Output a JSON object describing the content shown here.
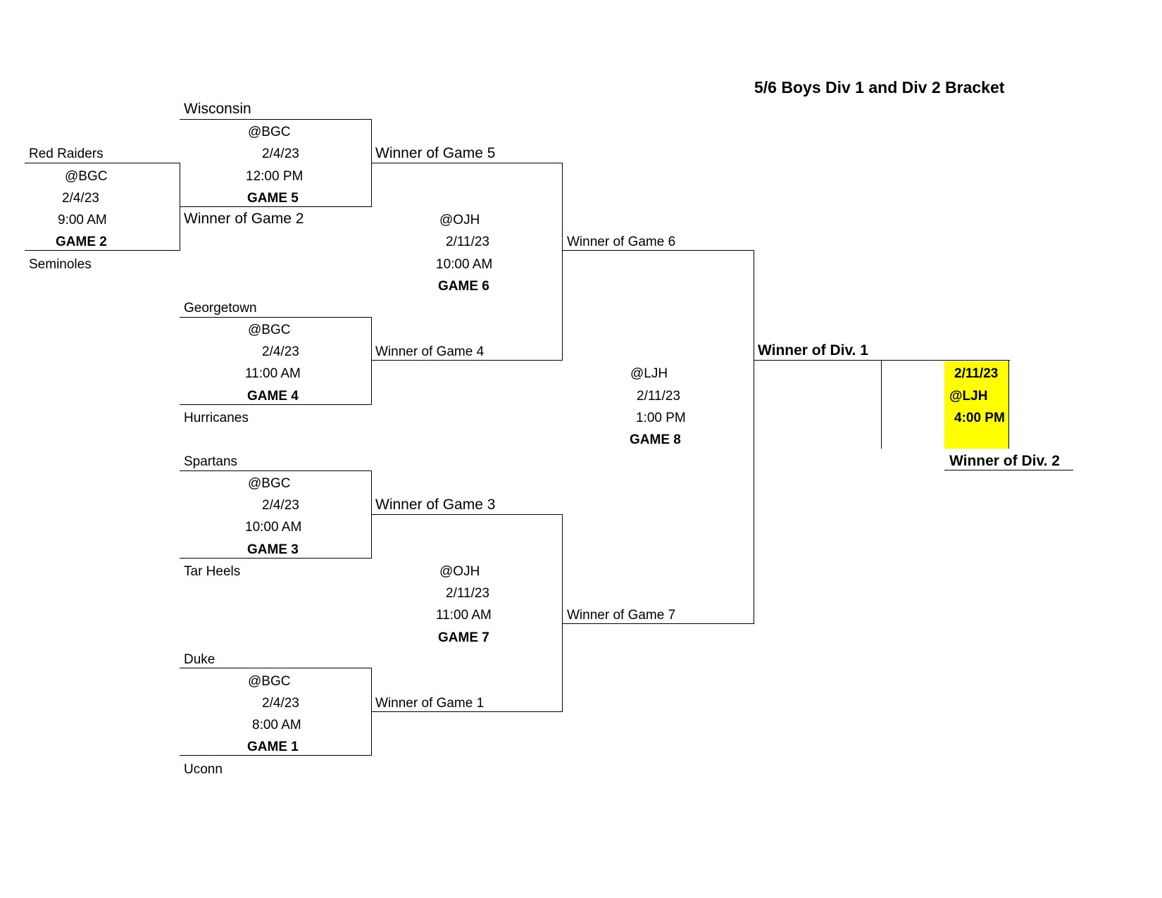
{
  "title": "5/6 Boys Div 1 and Div 2 Bracket",
  "highlight_color": "#ffff00",
  "games": {
    "g2": {
      "team_top": "Red Raiders",
      "team_bottom": "Seminoles",
      "venue": "@BGC",
      "date": "2/4/23",
      "time": "9:00 AM",
      "label": "GAME 2"
    },
    "g5": {
      "team_top": "Wisconsin",
      "team_bottom": "Winner of Game 2",
      "venue": "@BGC",
      "date": "2/4/23",
      "time": "12:00 PM",
      "label": "GAME 5"
    },
    "g4": {
      "team_top": "Georgetown",
      "team_bottom": "Hurricanes",
      "venue": "@BGC",
      "date": "2/4/23",
      "time": "11:00 AM",
      "label": "GAME 4"
    },
    "g3": {
      "team_top": "Spartans",
      "team_bottom": "Tar Heels",
      "venue": "@BGC",
      "date": "2/4/23",
      "time": "10:00 AM",
      "label": "GAME 3"
    },
    "g1": {
      "team_top": "Duke",
      "team_bottom": "Uconn",
      "venue": "@BGC",
      "date": "2/4/23",
      "time": "8:00 AM",
      "label": "GAME 1"
    },
    "g6": {
      "team_top": "Winner of Game 5",
      "team_bottom": "Winner of Game 4",
      "venue": "@OJH",
      "date": "2/11/23",
      "time": "10:00 AM",
      "label": "GAME 6"
    },
    "g7": {
      "team_top": "Winner of Game 3",
      "team_bottom": "Winner of Game 1",
      "venue": "@OJH",
      "date": "2/11/23",
      "time": "11:00 AM",
      "label": "GAME 7"
    },
    "g8": {
      "team_top": "Winner of Game 6",
      "team_bottom": "Winner of Game 7",
      "venue": "@LJH",
      "date": "2/11/23",
      "time": "1:00 PM",
      "label": "GAME 8"
    }
  },
  "final": {
    "team_top": "Winner of Div. 1",
    "team_bottom": "Winner of Div. 2",
    "date": "2/11/23",
    "venue": "@LJH",
    "time": "4:00 PM"
  }
}
